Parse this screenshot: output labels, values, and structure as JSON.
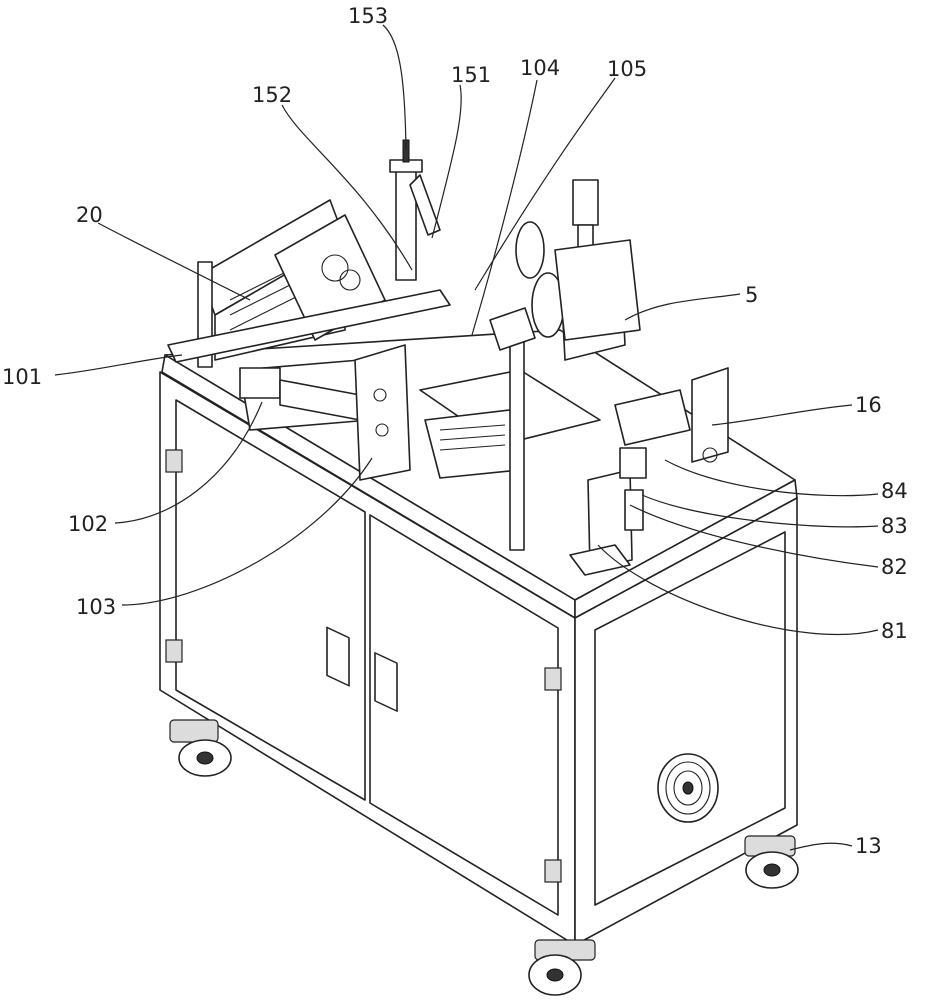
{
  "figure": {
    "reference_labels": [
      {
        "id": "153",
        "text": "153"
      },
      {
        "id": "151",
        "text": "151"
      },
      {
        "id": "104",
        "text": "104"
      },
      {
        "id": "105",
        "text": "105"
      },
      {
        "id": "152",
        "text": "152"
      },
      {
        "id": "20",
        "text": "20"
      },
      {
        "id": "5",
        "text": "5"
      },
      {
        "id": "101",
        "text": "101"
      },
      {
        "id": "16",
        "text": "16"
      },
      {
        "id": "84",
        "text": "84"
      },
      {
        "id": "83",
        "text": "83"
      },
      {
        "id": "102",
        "text": "102"
      },
      {
        "id": "82",
        "text": "82"
      },
      {
        "id": "103",
        "text": "103"
      },
      {
        "id": "81",
        "text": "81"
      },
      {
        "id": "13",
        "text": "13"
      }
    ]
  }
}
